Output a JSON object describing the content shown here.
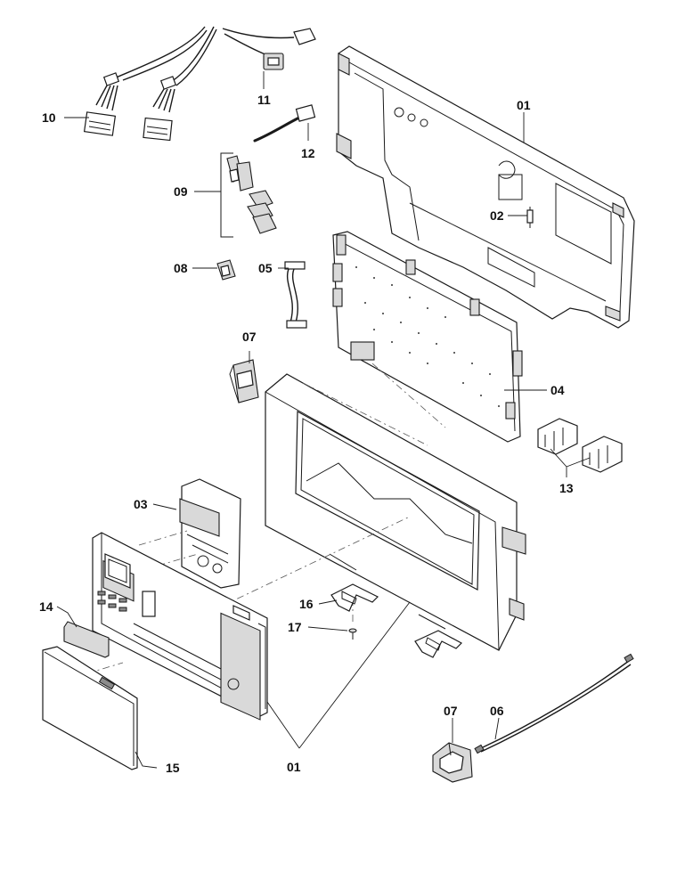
{
  "callouts": {
    "c01_top": "01",
    "c02": "02",
    "c03": "03",
    "c04": "04",
    "c05": "05",
    "c06": "06",
    "c07_upper": "07",
    "c07_lower": "07",
    "c08": "08",
    "c09": "09",
    "c10": "10",
    "c11": "11",
    "c12": "12",
    "c13": "13",
    "c14": "14",
    "c15": "15",
    "c16": "16",
    "c17": "17",
    "c01_bottom": "01"
  }
}
